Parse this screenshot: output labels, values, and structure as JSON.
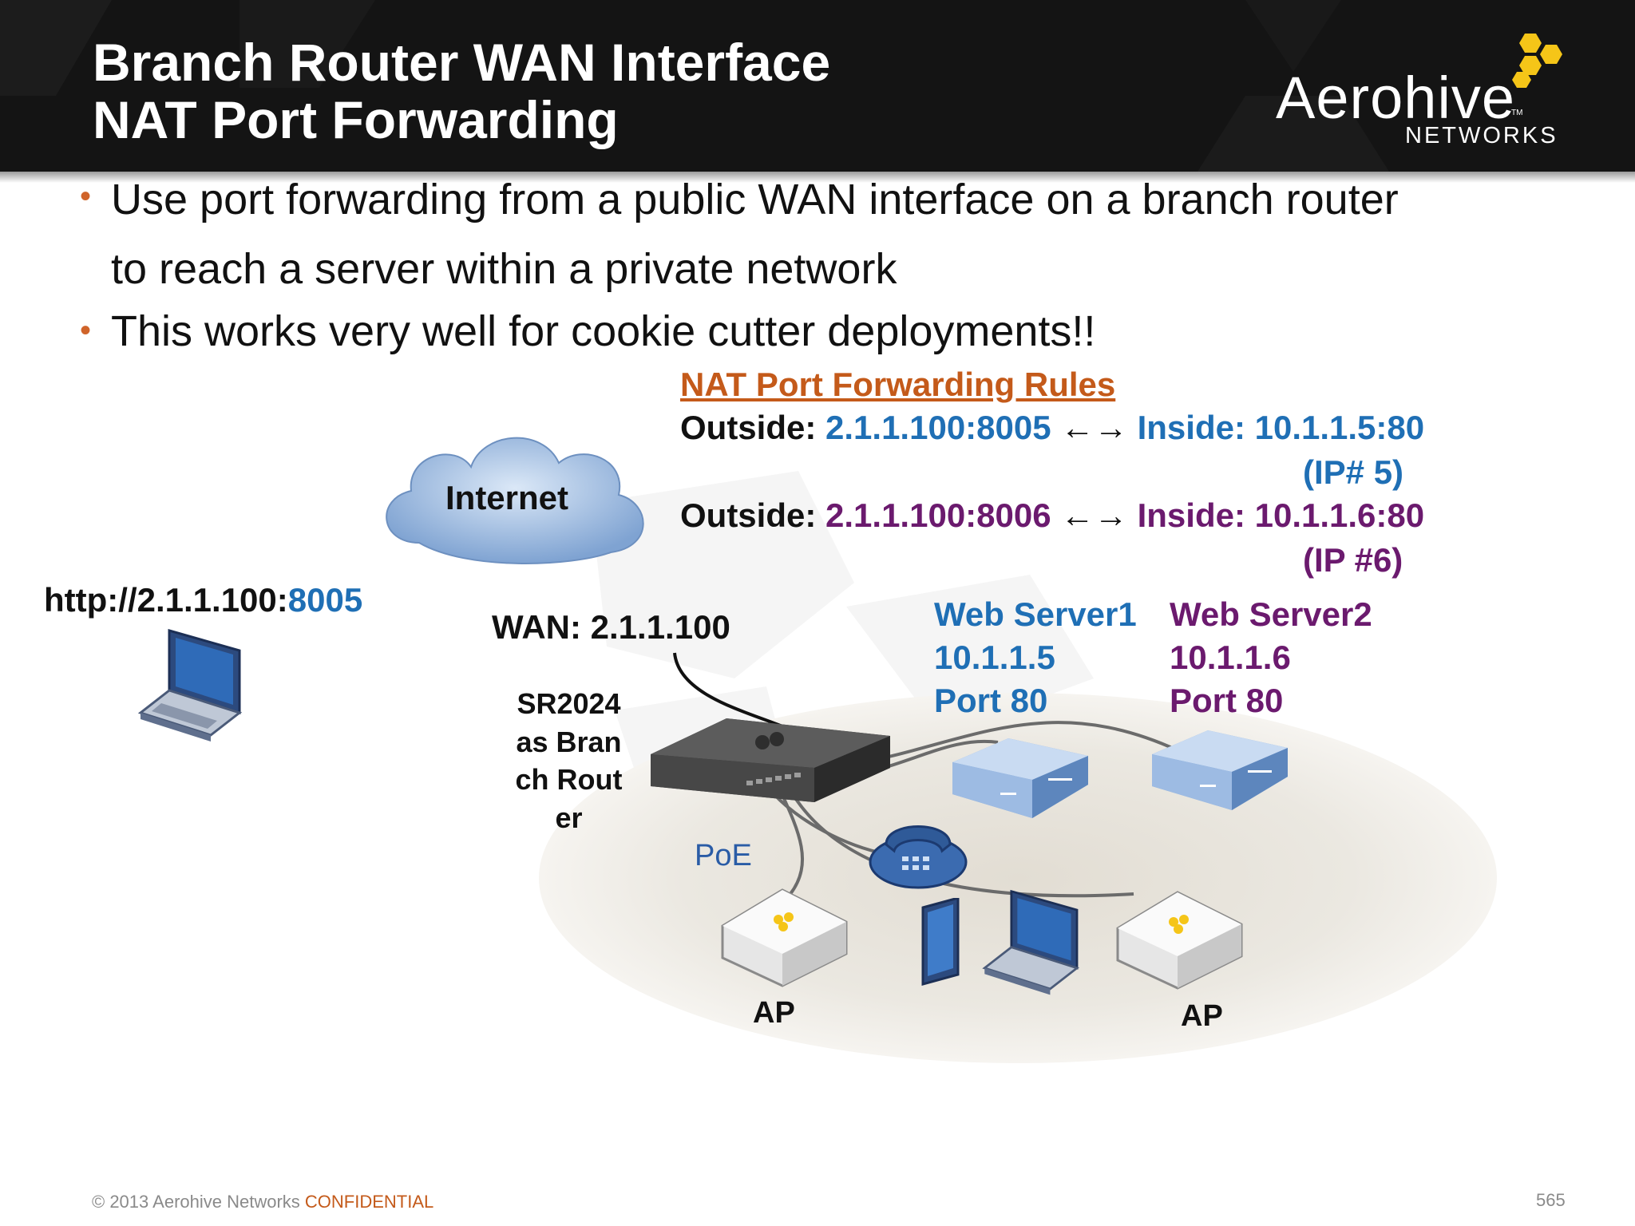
{
  "header": {
    "title_line1": "Branch Router WAN Interface",
    "title_line2": "NAT Port Forwarding",
    "logo_word": "Aerohive",
    "logo_tm": "TM",
    "logo_sub": "NETWORKS",
    "logo_icon": "hexagon-cluster-icon"
  },
  "bullets": [
    {
      "line1": "Use port forwarding from a public WAN interface on a branch router",
      "line2": "to reach a server within a private network"
    },
    {
      "line1": "This works very well for cookie cutter deployments!!"
    }
  ],
  "rules": {
    "title": "NAT Port Forwarding Rules",
    "rows": [
      {
        "outside_label": "Outside: ",
        "outside_value": "2.1.1.100:8005",
        "arrow": "<->",
        "inside": "Inside: 10.1.1.5:80",
        "note": "(IP# 5)"
      },
      {
        "outside_label": "Outside: ",
        "outside_value": "2.1.1.100:8006",
        "arrow": "<->",
        "inside": "Inside: 10.1.1.6:80",
        "note": "(IP #6)"
      }
    ]
  },
  "diagram": {
    "internet_label": "Internet",
    "client_url_prefix": "http://2.1.1.100:",
    "client_url_port": "8005",
    "wan_label": "WAN: 2.1.1.100",
    "router_label": "SR2024 as Branch Router",
    "poe_label": "PoE",
    "server1": {
      "name": "Web Server1",
      "ip": "10.1.1.5",
      "port": "Port 80"
    },
    "server2": {
      "name": "Web Server2",
      "ip": "10.1.1.6",
      "port": "Port 80"
    },
    "ap1_label": "AP",
    "ap2_label": "AP",
    "icons": [
      "cloud-icon",
      "laptop-icon",
      "router-icon",
      "server-icon",
      "ip-phone-icon",
      "access-point-icon",
      "tablet-icon"
    ]
  },
  "colors": {
    "header_bg": "#141414",
    "accent_orange": "#c45a1a",
    "server1_blue": "#1f6fb5",
    "server2_purple": "#6b1a6e",
    "logo_yellow": "#f5c518"
  },
  "footer": {
    "copyright": "© 2013 Aerohive Networks ",
    "confidential": "CONFIDENTIAL",
    "page_number": "565"
  }
}
